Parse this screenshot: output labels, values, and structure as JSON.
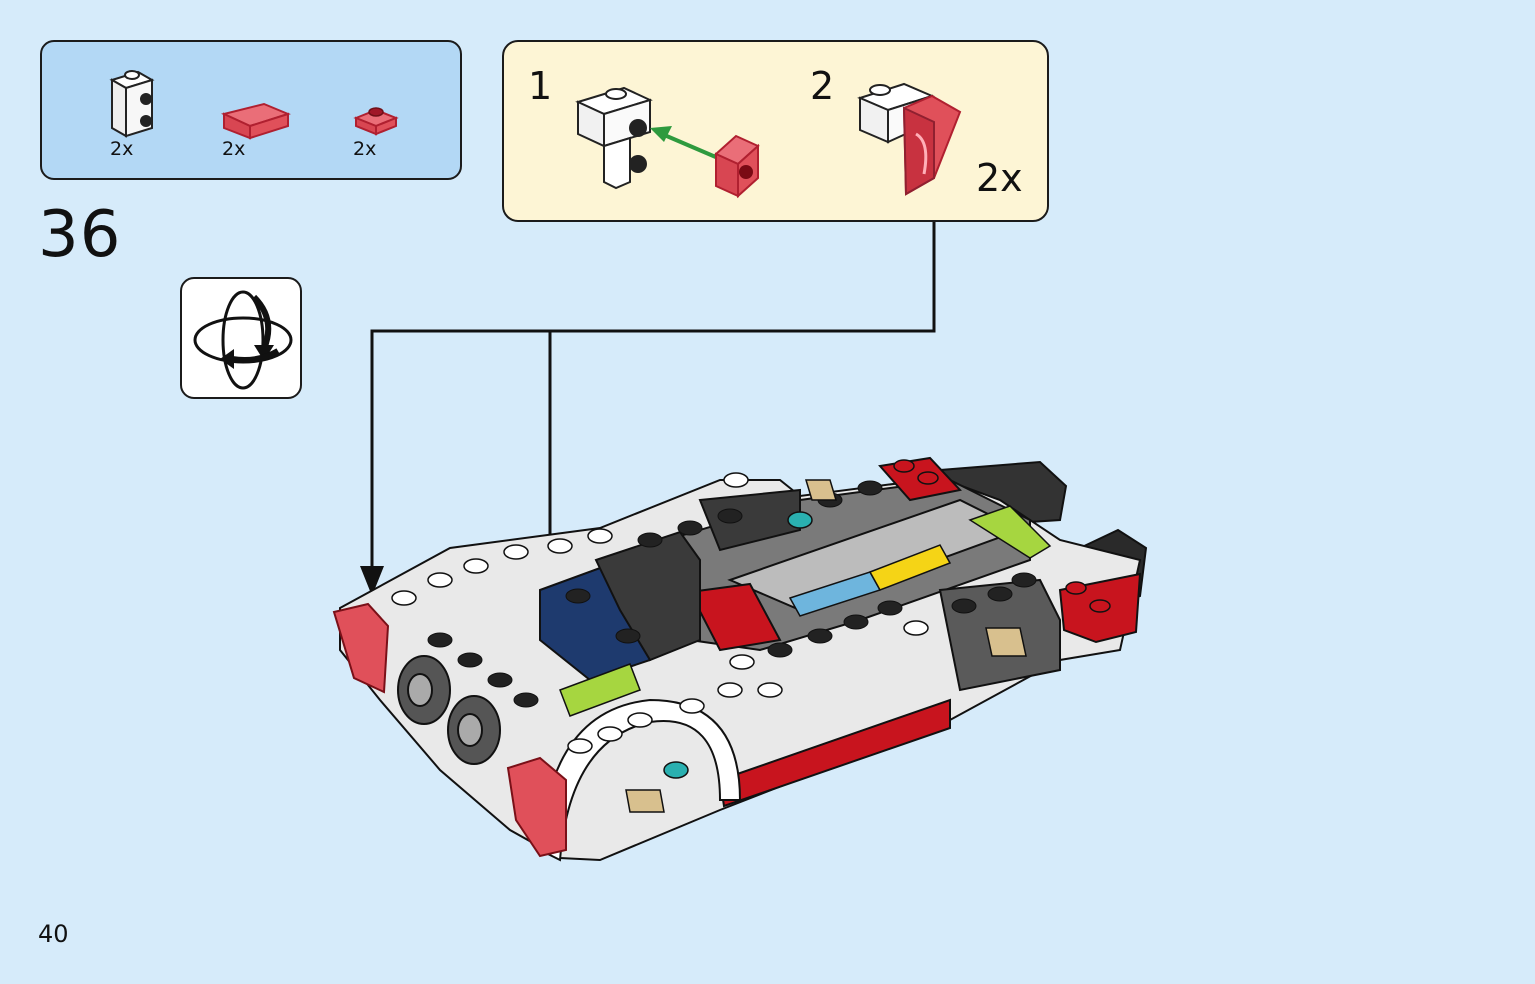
{
  "parts_list": {
    "items": [
      {
        "name": "white-bracket",
        "count": "2x"
      },
      {
        "name": "trans-red-slope",
        "count": "2x"
      },
      {
        "name": "trans-red-plate",
        "count": "2x"
      }
    ]
  },
  "sub_assembly": {
    "step1": "1",
    "step2": "2",
    "multiplier": "2x"
  },
  "step_number": "36",
  "rotate_icon": "rotate-model-icon",
  "page_number": "40",
  "colors": {
    "background": "#d6ebfa",
    "parts_box": "#b3d8f5",
    "sub_box": "#fdf5d5",
    "arrow_green": "#2e9a3e",
    "brick_red": "#c8141e",
    "trans_red": "#e0505a"
  }
}
